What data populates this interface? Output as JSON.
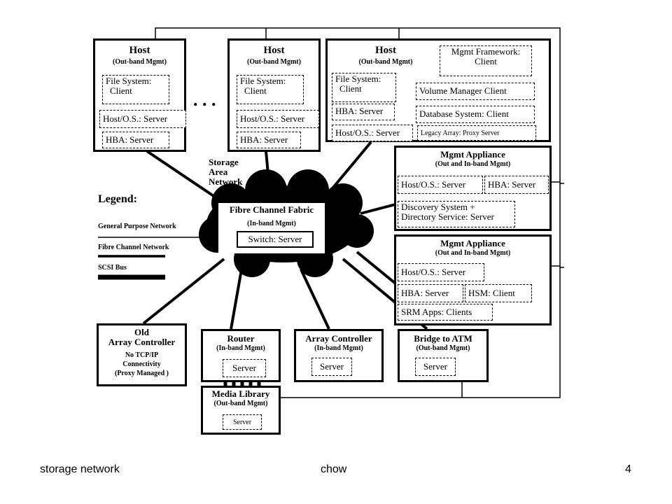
{
  "footer": {
    "left": "storage network",
    "center": "chow",
    "page": "4"
  },
  "ellipsis": ". . .",
  "san_label": [
    "Storage",
    "Area",
    "Network"
  ],
  "legend": {
    "title": "Legend:",
    "general": "General Purpose Network",
    "fibre": "Fibre Channel Network",
    "scsi": "SCSI Bus"
  },
  "fabric": {
    "title": "Fibre Channel Fabric",
    "sub": "(In-band Mgmt)",
    "switch": "Switch: Server"
  },
  "host1": {
    "title": "Host",
    "sub": "(Out-band Mgmt)",
    "fs": [
      "File System:",
      "Client"
    ],
    "os": "Host/O.S.: Server",
    "hba": "HBA: Server"
  },
  "host2": {
    "title": "Host",
    "sub": "(Out-band Mgmt)",
    "fs": [
      "File System:",
      "Client"
    ],
    "os": "Host/O.S.: Server",
    "hba": "HBA: Server"
  },
  "host3": {
    "title": "Host",
    "sub": "(Out-band Mgmt)",
    "mgmt": [
      "Mgmt Framework:",
      "Client"
    ],
    "fs": [
      "File System:",
      "Client"
    ],
    "vol": "Volume Manager Client",
    "hba": "HBA: Server",
    "db": "Database System: Client",
    "os": "Host/O.S.: Server",
    "legacy": "Legacy Array: Proxy Server"
  },
  "appliance1": {
    "title": "Mgmt Appliance",
    "sub": "(Out and In-band Mgmt)",
    "os": "Host/O.S.: Server",
    "hba": "HBA: Server",
    "disc": [
      "Discovery System +",
      "Directory Service: Server"
    ]
  },
  "appliance2": {
    "title": "Mgmt Appliance",
    "sub": "(Out and In-band Mgmt)",
    "os": "Host/O.S.: Server",
    "hba": "HBA: Server",
    "hsm": "HSM: Client",
    "srm": "SRM Apps: Clients"
  },
  "old_array": {
    "title": [
      "Old",
      "Array Controller"
    ],
    "lines": [
      "No TCP/IP",
      "Connectivity",
      "(Proxy Managed )"
    ]
  },
  "router": {
    "title": "Router",
    "sub": "(In-band Mgmt)",
    "server": "Server"
  },
  "array_ctrl": {
    "title": "Array Controller",
    "sub": "(In-band Mgmt)",
    "server": "Server"
  },
  "bridge": {
    "title": "Bridge to ATM",
    "sub": "(Out-band Mgmt)",
    "server": "Server"
  },
  "media": {
    "title": "Media Library",
    "sub": "(Out-band Mgmt)",
    "server": "Server"
  }
}
